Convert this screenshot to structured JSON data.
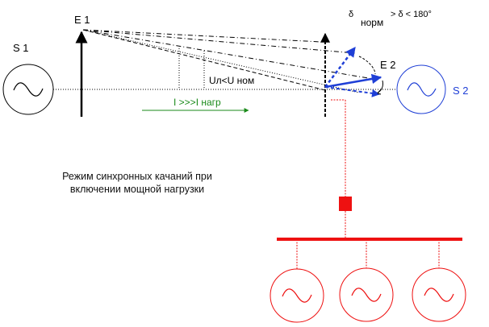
{
  "labels": {
    "s1": "S 1",
    "s2": "S 2",
    "e1": "E 1",
    "e2": "E 2",
    "delta": "δ",
    "norm": "норм",
    "delta_condition": "> δ < 180°",
    "voltage": "Uл<U ном",
    "current": "I >>>I нагр"
  },
  "caption": {
    "line1": "Режим  синхронных качаний при",
    "line2": "включении мощной нагрузки"
  },
  "colors": {
    "line": "#000000",
    "generator_s2": "#1f3fd6",
    "load": "#ee1111",
    "current_arrow": "#1a8a1a"
  }
}
